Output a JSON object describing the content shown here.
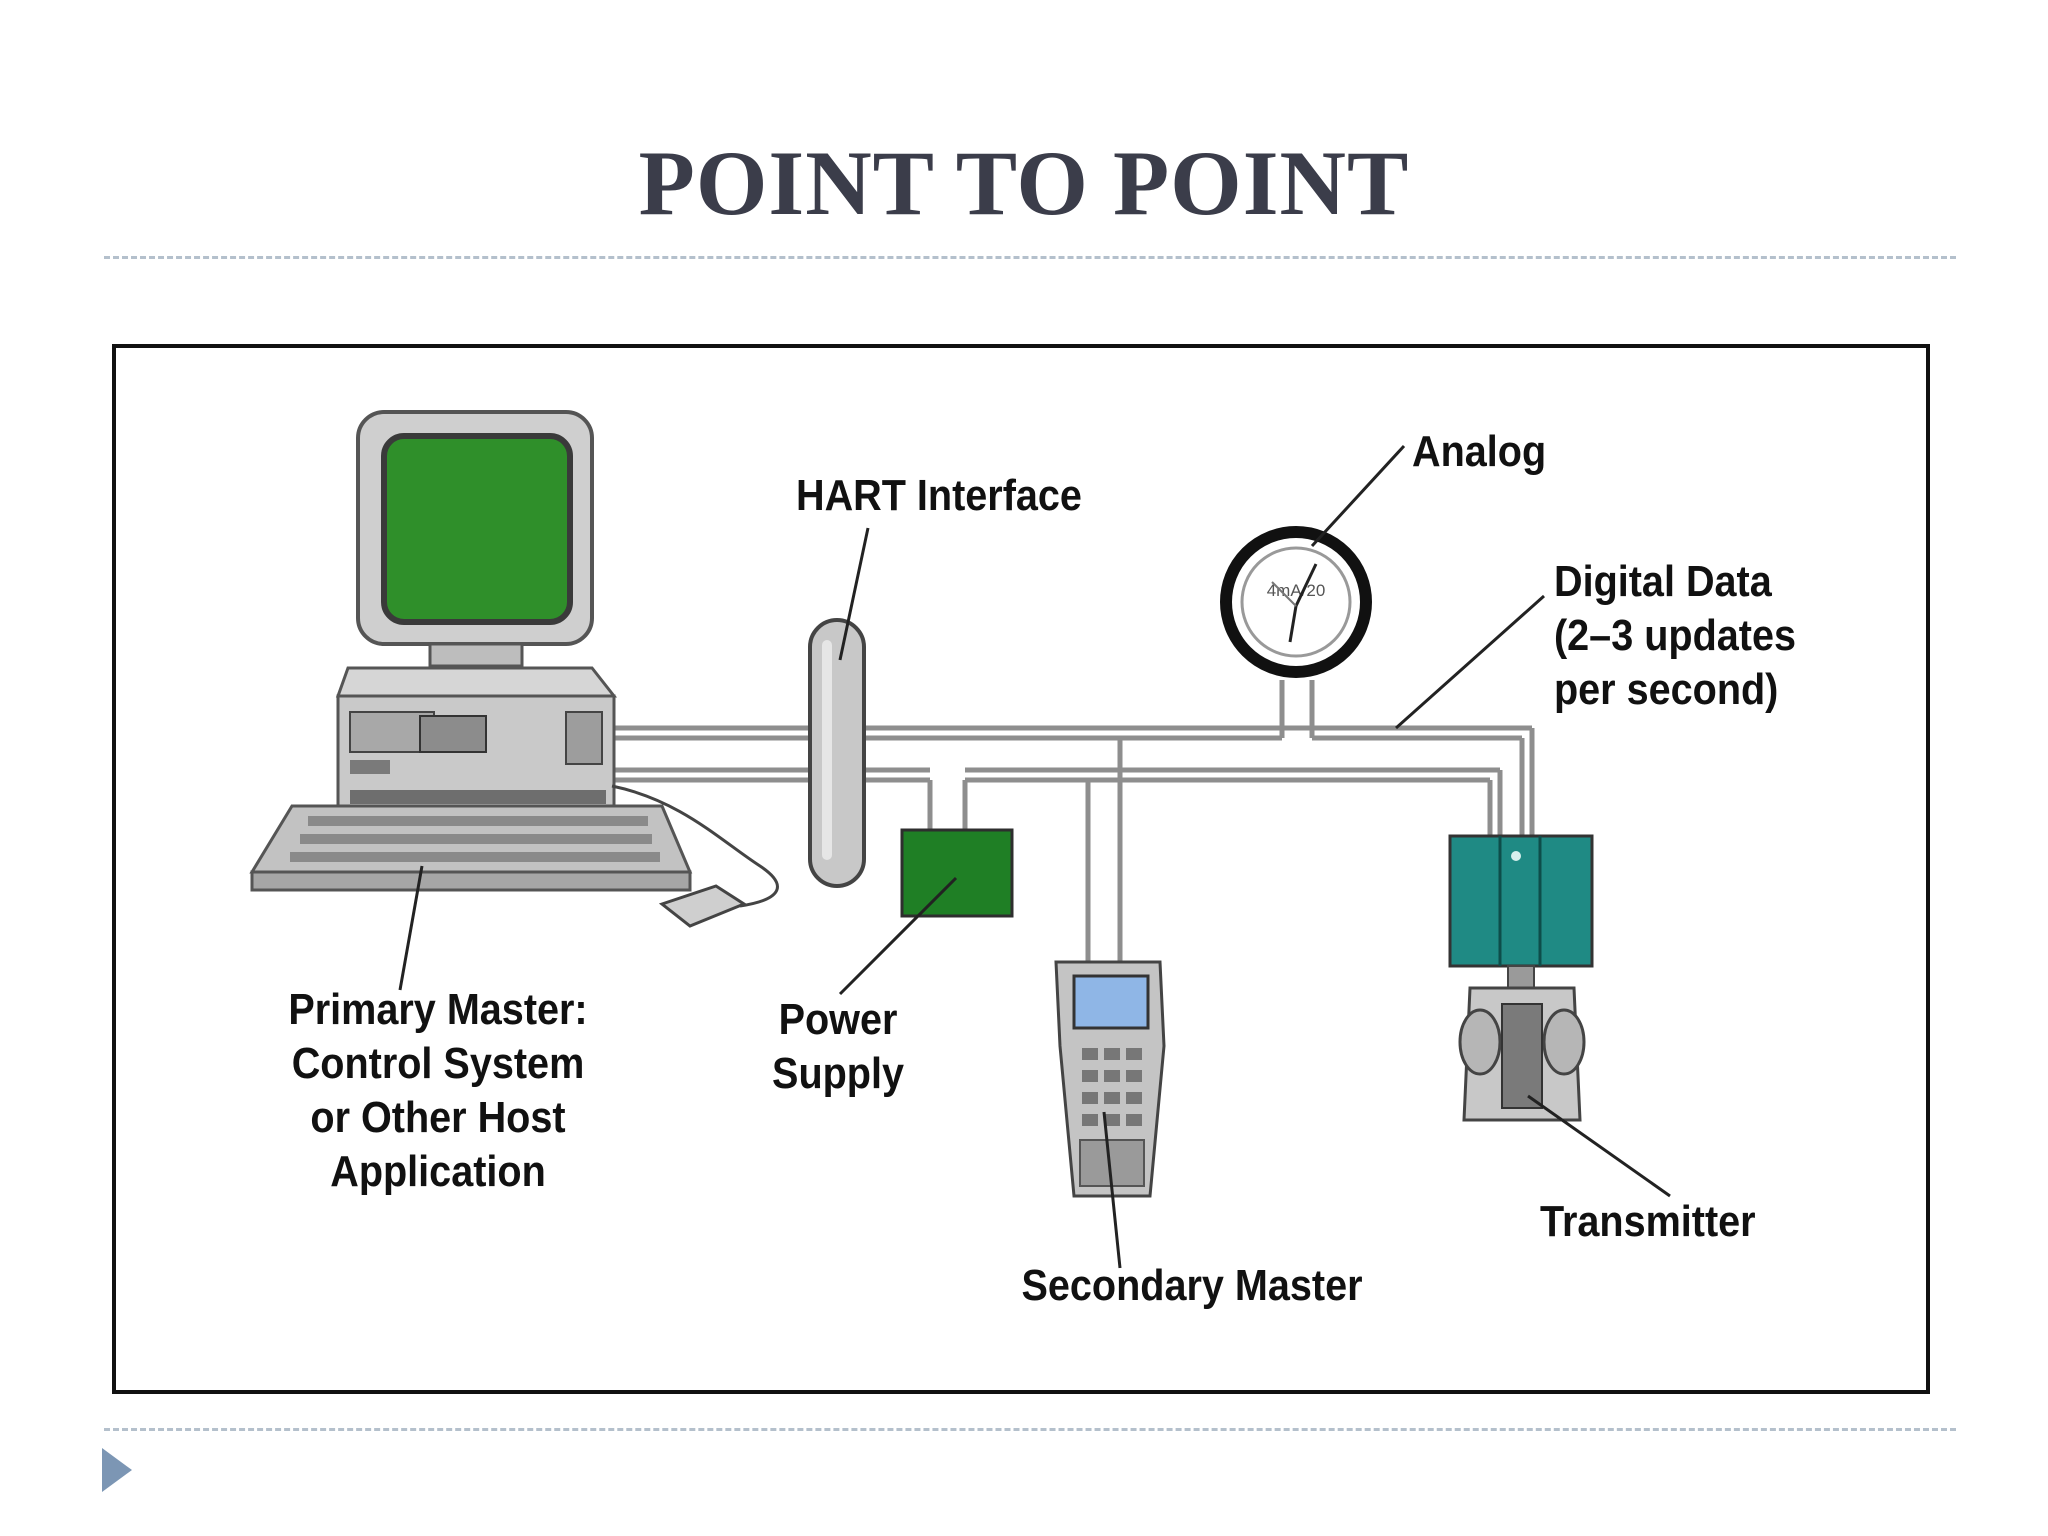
{
  "slide": {
    "title": "POINT TO POINT"
  },
  "diagram": {
    "labels": {
      "hart_interface": "HART Interface",
      "analog": "Analog",
      "digital_data": [
        "Digital Data",
        "(2–3 updates",
        "per second)"
      ],
      "primary_master": [
        "Primary Master:",
        "Control System",
        "or Other Host",
        "Application"
      ],
      "power_supply": [
        "Power",
        "Supply"
      ],
      "secondary_master": "Secondary Master",
      "transmitter": "Transmitter",
      "gauge_face": "4mA/20"
    },
    "colors": {
      "screen_green": "#2f8f2a",
      "power_green": "#1f7f25",
      "transmitter_teal": "#1f8a84",
      "device_gray": "#c4c4c4",
      "wire_gray": "#9a9a9a",
      "bullet_blue": "#7c96b4",
      "title_color": "#3b3d4a"
    },
    "icons": [
      "computer-icon",
      "hart-interface-icon",
      "analog-gauge-icon",
      "power-supply-icon",
      "handheld-communicator-icon",
      "transmitter-icon",
      "bullet-triangle-icon"
    ]
  }
}
